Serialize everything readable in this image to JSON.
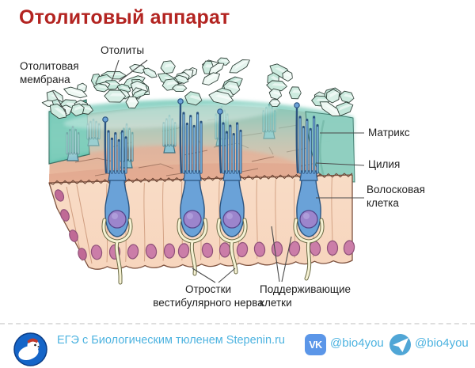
{
  "title": "Отолитовый аппарат",
  "labels": {
    "otoliths": "Отолиты",
    "membrane_line1": "Отолитовая",
    "membrane_line2": "мембрана",
    "matrix": "Матрикс",
    "cilia": "Цилия",
    "hair_cell_line1": "Волосковая",
    "hair_cell_line2": "клетка",
    "nerve_line1": "Отростки",
    "nerve_line2": "вестибулярного нерва",
    "support_line1": "Поддерживающие",
    "support_line2": "клетки"
  },
  "footer": {
    "brand_line1": "ЕГЭ с Биологическим тюленем",
    "brand_line2": "Stepenin.ru",
    "vk_icon_label": "VK",
    "vk_handle": "@bio4you",
    "telegram_handle": "@bio4you"
  },
  "colors": {
    "title_red": "#b32421",
    "label_text": "#222222",
    "leader_line": "#4a4a4a",
    "matrix_teal": "#8ed0c1",
    "membrane_dark_teal": "#5ec1ac",
    "crystal_stroke": "#2f4038",
    "tissue_pink": "#f7d5bd",
    "hair_cell_blue": "#6aa2d8",
    "hair_cell_outline": "#2c5580",
    "nucleus_purple": "#9c85cc",
    "support_nucleus_pink": "#cb7da8",
    "nerve_cream": "#f6f2d4",
    "nerve_outline": "#6a6a45",
    "brand_blue": "#4db3e0",
    "vk_blue": "#5b96e8",
    "telegram_blue": "#50a6d6"
  }
}
